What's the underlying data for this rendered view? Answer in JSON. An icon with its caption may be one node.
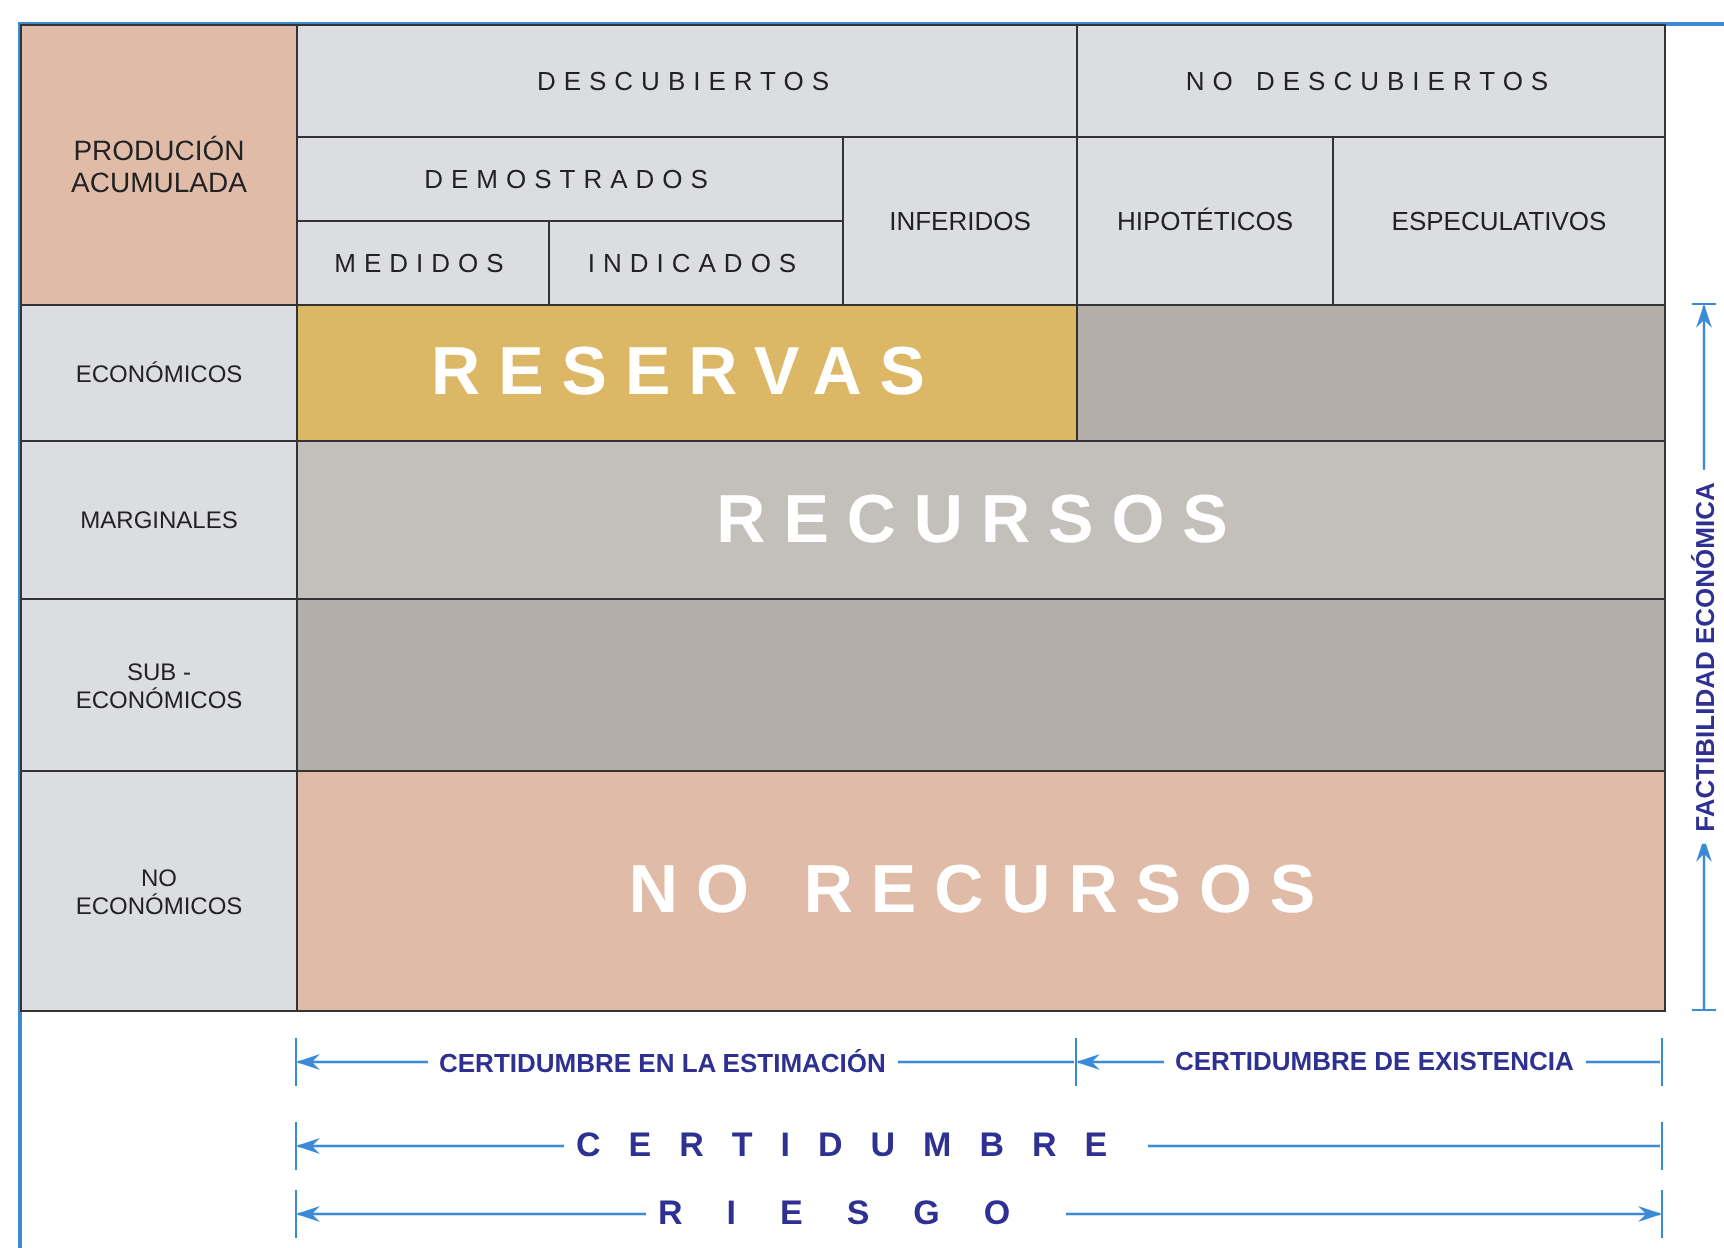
{
  "diagram": {
    "nodes": [
      {
        "text": [
          "PRODUCIÓN ACUMULADA"
        ]
      },
      {
        "text": [
          "DESCUBIERTOS"
        ]
      },
      {
        "text": [
          "NO DESCUBIERTOS"
        ]
      },
      {
        "text": [
          "DEMOSTRADOS"
        ]
      },
      {
        "text": [
          "INFERIDOS"
        ]
      },
      {
        "text": [
          "HIPOTÉTICOS"
        ]
      },
      {
        "text": [
          "ESPECULATIVOS"
        ]
      },
      {
        "text": [
          "MEDIDOS"
        ]
      },
      {
        "text": [
          "INDICADOS"
        ]
      },
      {
        "text": [
          "ECONÓMICOS"
        ]
      },
      {
        "text": [
          "RESERVAS"
        ]
      },
      {
        "text": [],
        "shape": "box"
      },
      {
        "text": [
          "MARGINALES"
        ]
      },
      {
        "text": [
          "RECURSOS"
        ]
      },
      {
        "text": [
          "SUB - ECONÓMICOS"
        ]
      },
      {
        "text": [],
        "shape": "box"
      },
      {
        "text": [
          "NO ECONÓMICOS"
        ]
      },
      {
        "text": [
          "NO RECURSOS"
        ]
      }
    ],
    "edges": [],
    "labels": [
      "FACTIBILIDAD ECONÓMICA",
      "CERTIDUMBRE EN LA ESTIMACIÓN",
      "CERTIDUMBRE DE EXISTENCIA",
      "CERTIDUMBRE",
      "RIESGO"
    ]
  }
}
